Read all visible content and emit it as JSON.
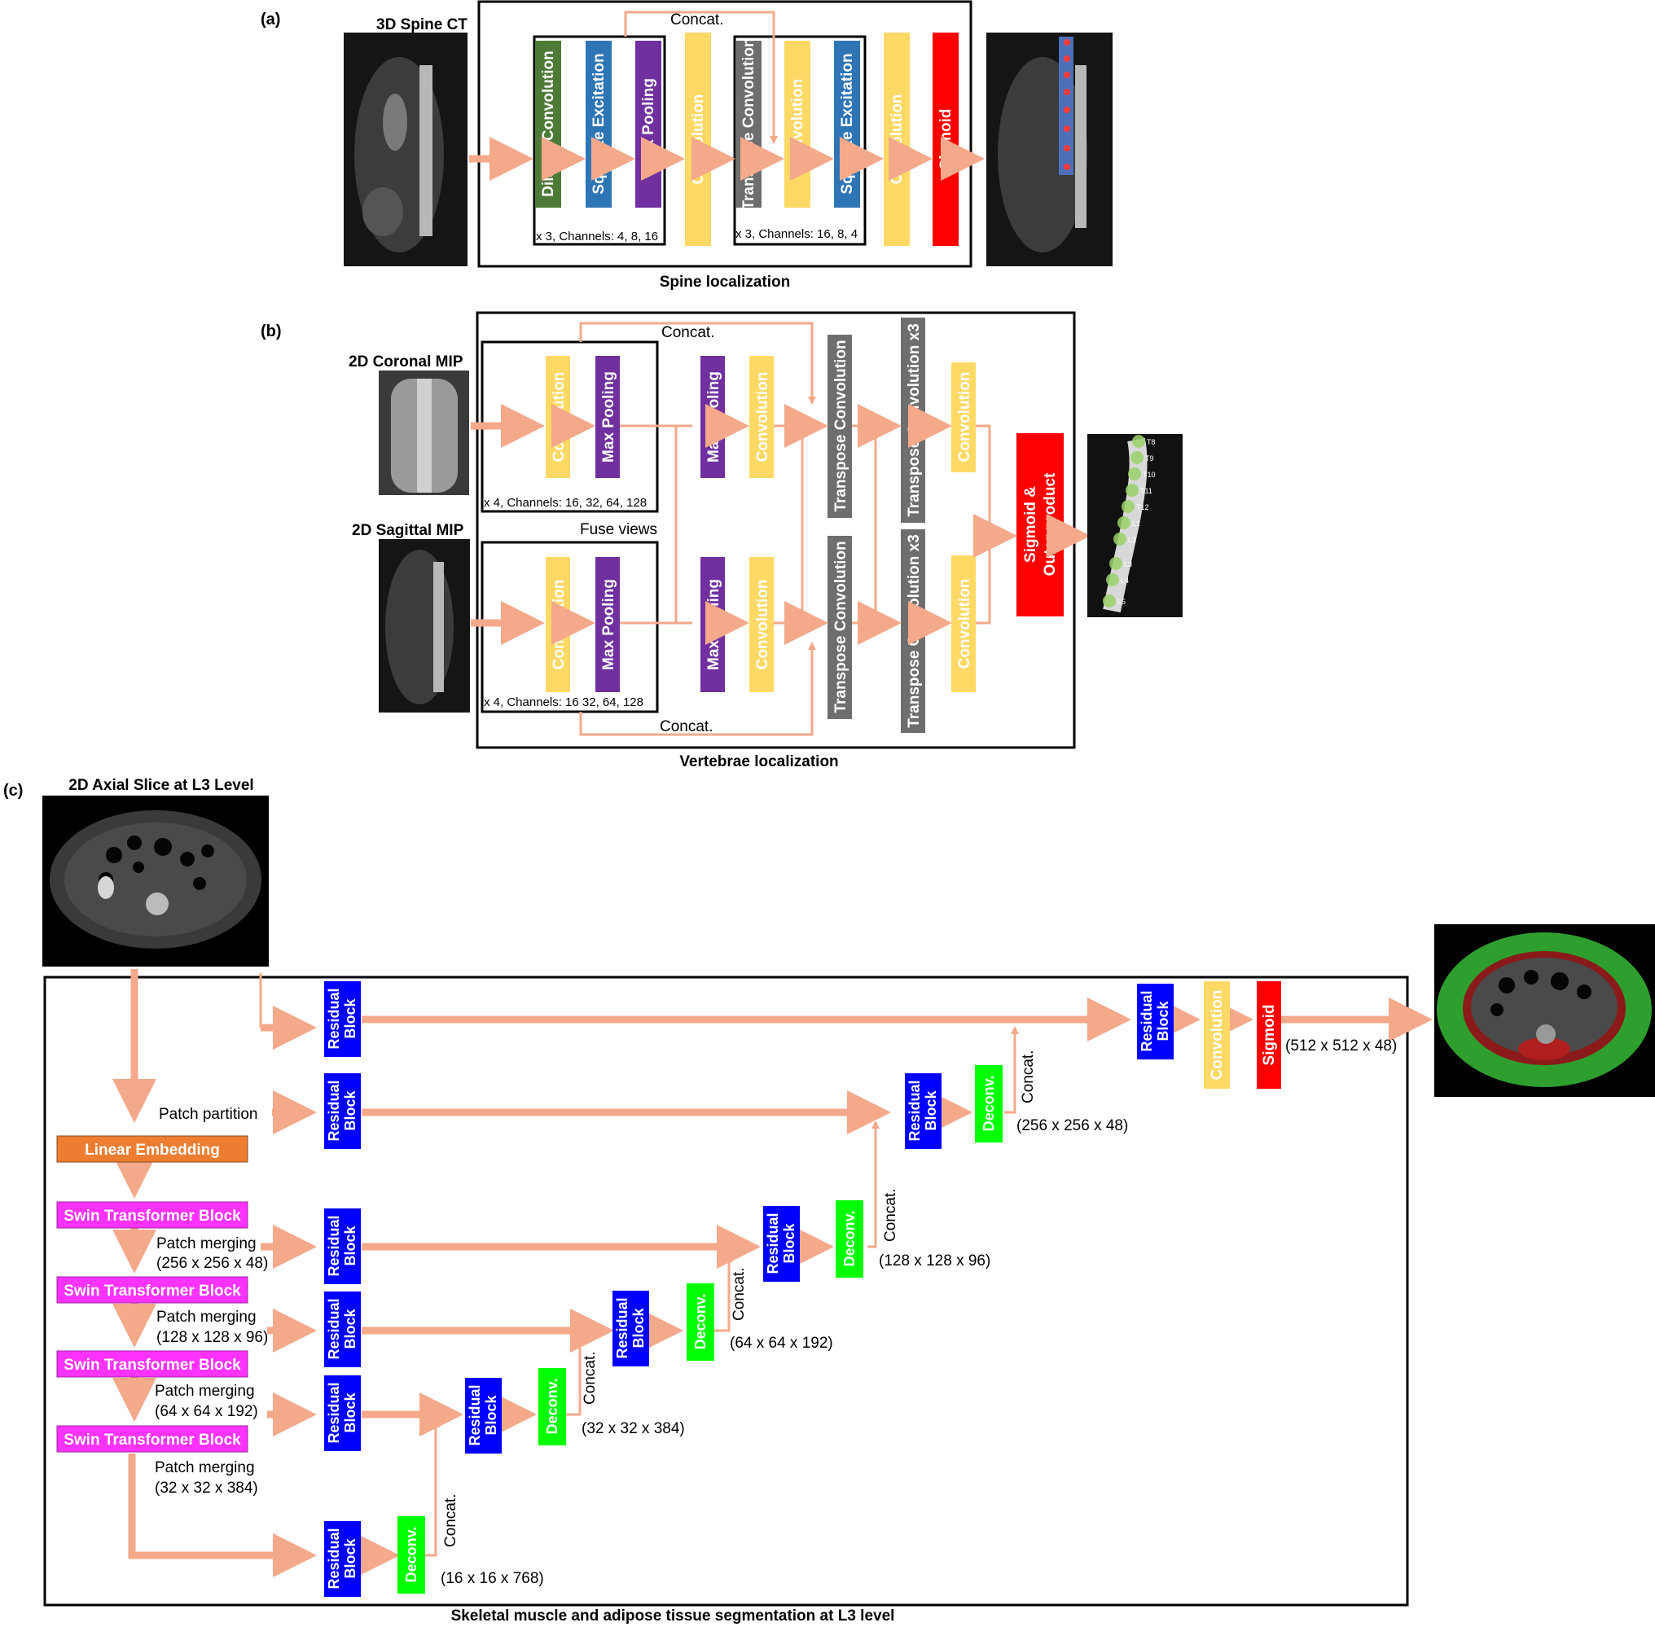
{
  "panel_a": {
    "tag": "(a)",
    "input_label": "3D Spine CT",
    "concat": "Concat.",
    "blocks": {
      "dilated_conv": "Dilated Convolution",
      "squeeze1": "Squeeze Excitation",
      "maxpool": "Max Pooling",
      "conv1": "Convolution",
      "transpose": "Transpose Convolution",
      "conv2": "Convolution",
      "squeeze2": "Squeeze Excitation",
      "conv3": "Convolution",
      "sigmoid": "Sigmoid"
    },
    "enc_note": "x 3, Channels: 4, 8, 16",
    "dec_note": "x 3, Channels: 16, 8, 4",
    "caption": "Spine localization"
  },
  "panel_b": {
    "tag": "(b)",
    "coronal_label": "2D Coronal MIP",
    "sagittal_label": "2D Sagittal MIP",
    "concat_top": "Concat.",
    "concat_bottom": "Concat.",
    "fuse": "Fuse views",
    "blocks": {
      "conv": "Convolution",
      "maxpool": "Max Pooling",
      "transpose": "Transpose Convolution",
      "transpose3": "Transpose Convolution x3",
      "sigmoid_l1": "Sigmoid &",
      "sigmoid_l2": "Outer product"
    },
    "enc_note_top": "x 4, Channels: 16, 32, 64, 128",
    "enc_note_bottom": "x 4, Channels: 16  32, 64, 128",
    "vertebrae": [
      "T8",
      "T9",
      "T10",
      "T11",
      "T12",
      "L1",
      "L2",
      "L3",
      "L4",
      "L5"
    ],
    "caption": "Vertebrae localization"
  },
  "panel_c": {
    "tag": "(c)",
    "input_label": "2D Axial Slice at L3 Level",
    "patch_partition": "Patch partition",
    "linear_embedding": "Linear Embedding",
    "swin": "Swin Transformer Block",
    "patch_merging": "Patch merging",
    "merge_dims": [
      "(256 x 256 x 48)",
      "(128 x 128 x 96)",
      "(64 x 64 x 192)",
      "(32 x 32 x 384)"
    ],
    "residual_l1": "Residual",
    "residual_l2": "Block",
    "deconv": "Deconv.",
    "concat": "Concat.",
    "conv": "Convolution",
    "sigmoid": "Sigmoid",
    "dec_dims": [
      "(16 x 16 x 768)",
      "(32 x 32 x 384)",
      "(64 x 64 x 192)",
      "(128 x 128 x 96)",
      "(256 x 256 x 48)",
      "(512 x 512 x 48)"
    ],
    "caption": "Skeletal muscle and adipose tissue segmentation at L3 level"
  },
  "colors": {
    "arrow": "#f4a98a",
    "green_dark": "#4e7a37",
    "blue": "#2e75b6",
    "purple": "#7030a0",
    "yellow": "#ffd966",
    "gray": "#6e6e6e",
    "red": "#ff0000",
    "res_blue": "#0000ff",
    "deconv_green": "#00ff00",
    "orange": "#ed7d31",
    "magenta": "#ff33ff"
  }
}
